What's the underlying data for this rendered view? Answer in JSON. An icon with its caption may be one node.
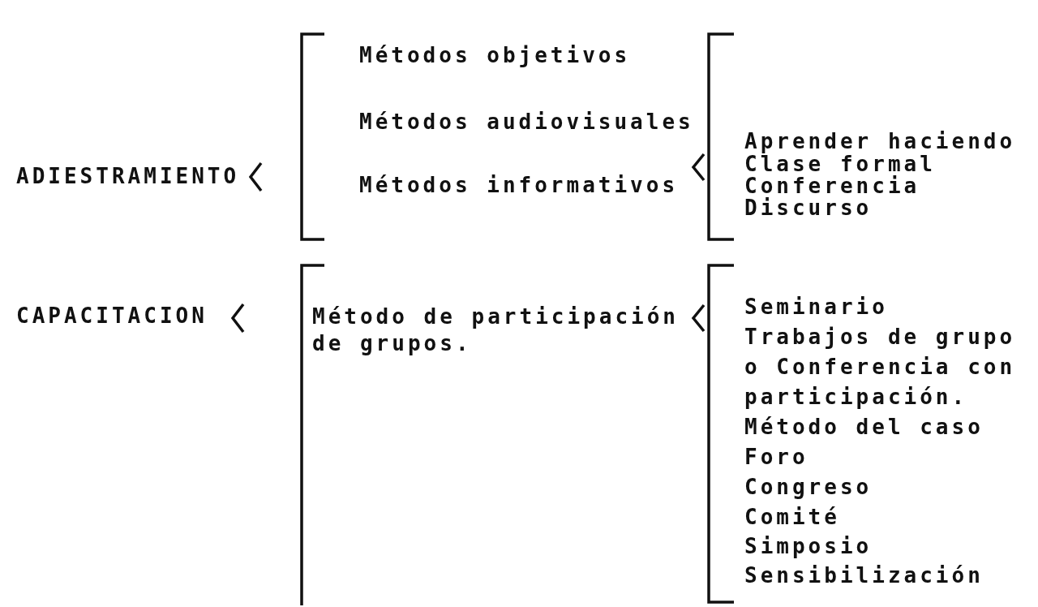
{
  "diagram": {
    "labels": [
      "ADIESTRAMIENTO",
      "Métodos objetivos",
      "Métodos audiovisuales",
      "Métodos informativos",
      "Aprender haciendo",
      "Clase formal",
      "Conferencia",
      "Discurso",
      "CAPACITACION",
      "Método de participación de grupos.",
      "Seminario",
      "Trabajos de grupo o Conferencia con participación.",
      "Método del caso",
      "Foro",
      "Congreso",
      "Comité",
      "Simposio",
      "Sensibilización"
    ]
  }
}
